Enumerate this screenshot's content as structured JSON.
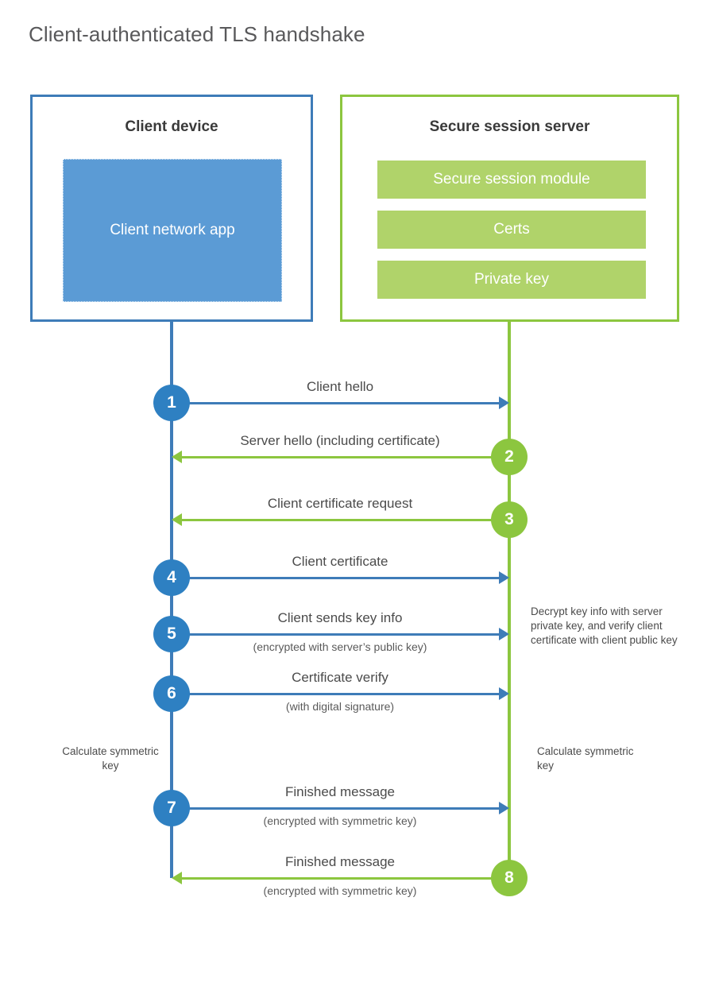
{
  "title": "Client-authenticated TLS handshake",
  "colors": {
    "client_blue": "#3e7cb8",
    "client_circle_blue": "#2e80c2",
    "client_app_fill": "#5b9bd5",
    "server_green": "#8cc63f",
    "server_bar_fill": "#b0d36a",
    "text_gray": "#4b4b4b",
    "title_gray": "#59595b"
  },
  "client": {
    "title": "Client device",
    "app_label": "Client network app"
  },
  "server": {
    "title": "Secure session server",
    "components": [
      "Secure session module",
      "Certs",
      "Private key"
    ]
  },
  "messages": [
    {
      "step": "1",
      "label": "Client hello",
      "sublabel": "",
      "direction": "client-to-server",
      "color": "blue"
    },
    {
      "step": "2",
      "label": "Server hello (including certificate)",
      "sublabel": "",
      "direction": "server-to-client",
      "color": "green"
    },
    {
      "step": "3",
      "label": "Client certificate request",
      "sublabel": "",
      "direction": "server-to-client",
      "color": "green"
    },
    {
      "step": "4",
      "label": "Client certificate",
      "sublabel": "",
      "direction": "client-to-server",
      "color": "blue"
    },
    {
      "step": "5",
      "label": "Client sends key info",
      "sublabel": "(encrypted with server’s public key)",
      "direction": "client-to-server",
      "color": "blue"
    },
    {
      "step": "6",
      "label": "Certificate verify",
      "sublabel": "(with digital signature)",
      "direction": "client-to-server",
      "color": "blue"
    },
    {
      "step": "7",
      "label": "Finished message",
      "sublabel": "(encrypted with symmetric key)",
      "direction": "client-to-server",
      "color": "blue"
    },
    {
      "step": "8",
      "label": "Finished message",
      "sublabel": "(encrypted with symmetric key)",
      "direction": "server-to-client",
      "color": "green"
    }
  ],
  "annotations": {
    "server_decrypt": "Decrypt key info with server private key, and verify client certificate with client public key",
    "client_calculate": "Calculate symmetric key",
    "server_calculate": "Calculate symmetric key"
  }
}
